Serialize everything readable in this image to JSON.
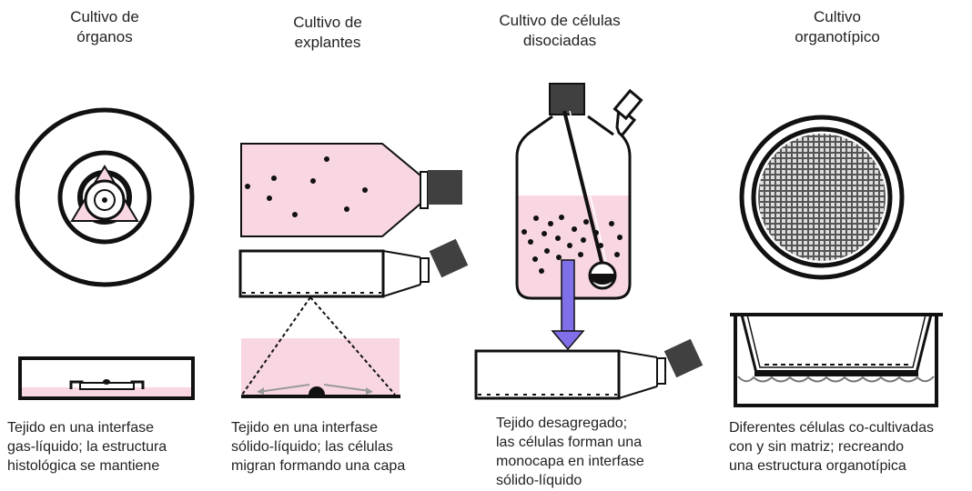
{
  "colors": {
    "medium_pink": "#f8d7e2",
    "cap_gray": "#404040",
    "arrow_purple": "#7f6fe8",
    "outline": "#111111"
  },
  "columns": [
    {
      "title_lines": [
        "Cultivo de",
        "órganos"
      ],
      "caption_lines": [
        "Tejido en una interfase",
        "gas-líquido; la estructura",
        "histológica se mantiene"
      ]
    },
    {
      "title_lines": [
        "Cultivo de",
        "explantes"
      ],
      "caption_lines": [
        "Tejido en una interfase",
        "sólido-líquido; las células",
        "migran formando una capa"
      ]
    },
    {
      "title_lines": [
        "Cultivo de células",
        "disociadas"
      ],
      "caption_lines": [
        "Tejido desagregado;",
        "las células forman una",
        "monocapa en interfase",
        "sólido-líquido"
      ]
    },
    {
      "title_lines": [
        "Cultivo",
        "organotípico"
      ],
      "caption_lines": [
        "Diferentes células co-cultivadas",
        "con y sin matriz; recreando",
        "una estructura organotípica"
      ]
    }
  ]
}
